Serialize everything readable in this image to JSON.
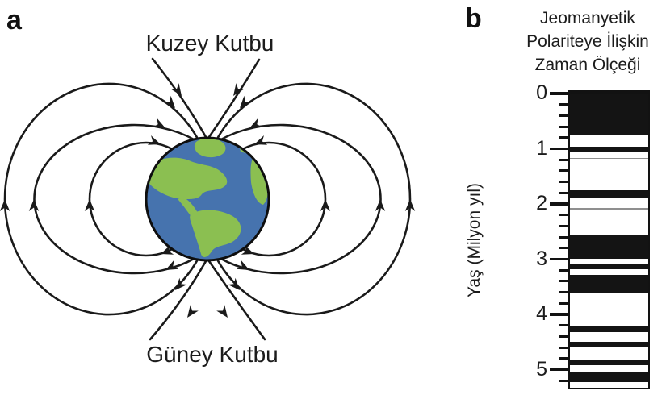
{
  "figure": {
    "panel_a": {
      "label": "a",
      "north_pole_label": "Kuzey Kutbu",
      "south_pole_label": "Güney Kutbu",
      "earth": {
        "ocean_color": "#4673ae",
        "land_color": "#8bbf51",
        "outline_color": "#0e0e0e"
      },
      "field_line_color": "#1a1a1a"
    },
    "panel_b": {
      "label": "b",
      "title_lines": [
        "Jeomanyetik",
        "Polariteye İlişkin",
        "Zaman Ölçeği"
      ],
      "y_axis_label": "Yaş (Milyon yıl)"
    }
  },
  "chart_data": {
    "type": "bar",
    "subtype": "geomagnetic-polarity-column",
    "title": "Jeomanyetik Polariteye İlişkin Zaman Ölçeği",
    "ylabel": "Yaş (Milyon yıl)",
    "ylim": [
      0,
      5.33
    ],
    "major_ticks": [
      0,
      1,
      2,
      3,
      4,
      5
    ],
    "minor_tick_interval": 0.2,
    "minor_tick_max": 5.2,
    "grid": false,
    "bands": [
      {
        "start": 0.0,
        "end": 0.76,
        "fill": "black"
      },
      {
        "start": 0.76,
        "end": 0.96,
        "fill": "white"
      },
      {
        "start": 0.96,
        "end": 1.07,
        "fill": "black"
      },
      {
        "start": 1.07,
        "end": 1.16,
        "fill": "white"
      },
      {
        "start": 1.16,
        "end": 1.18,
        "fill": "gray-line"
      },
      {
        "start": 1.18,
        "end": 1.75,
        "fill": "white"
      },
      {
        "start": 1.75,
        "end": 1.88,
        "fill": "black"
      },
      {
        "start": 1.88,
        "end": 2.07,
        "fill": "white"
      },
      {
        "start": 2.07,
        "end": 2.1,
        "fill": "gray-line"
      },
      {
        "start": 2.1,
        "end": 2.57,
        "fill": "white"
      },
      {
        "start": 2.57,
        "end": 2.99,
        "fill": "black"
      },
      {
        "start": 2.99,
        "end": 3.09,
        "fill": "white"
      },
      {
        "start": 3.09,
        "end": 3.18,
        "fill": "black"
      },
      {
        "start": 3.18,
        "end": 3.28,
        "fill": "white"
      },
      {
        "start": 3.28,
        "end": 3.61,
        "fill": "black"
      },
      {
        "start": 3.61,
        "end": 4.2,
        "fill": "white"
      },
      {
        "start": 4.2,
        "end": 4.32,
        "fill": "black"
      },
      {
        "start": 4.32,
        "end": 4.5,
        "fill": "white"
      },
      {
        "start": 4.5,
        "end": 4.6,
        "fill": "black"
      },
      {
        "start": 4.6,
        "end": 4.82,
        "fill": "white"
      },
      {
        "start": 4.82,
        "end": 4.92,
        "fill": "black"
      },
      {
        "start": 4.92,
        "end": 5.04,
        "fill": "white"
      },
      {
        "start": 5.04,
        "end": 5.23,
        "fill": "black"
      },
      {
        "start": 5.23,
        "end": 5.33,
        "fill": "white"
      }
    ]
  }
}
